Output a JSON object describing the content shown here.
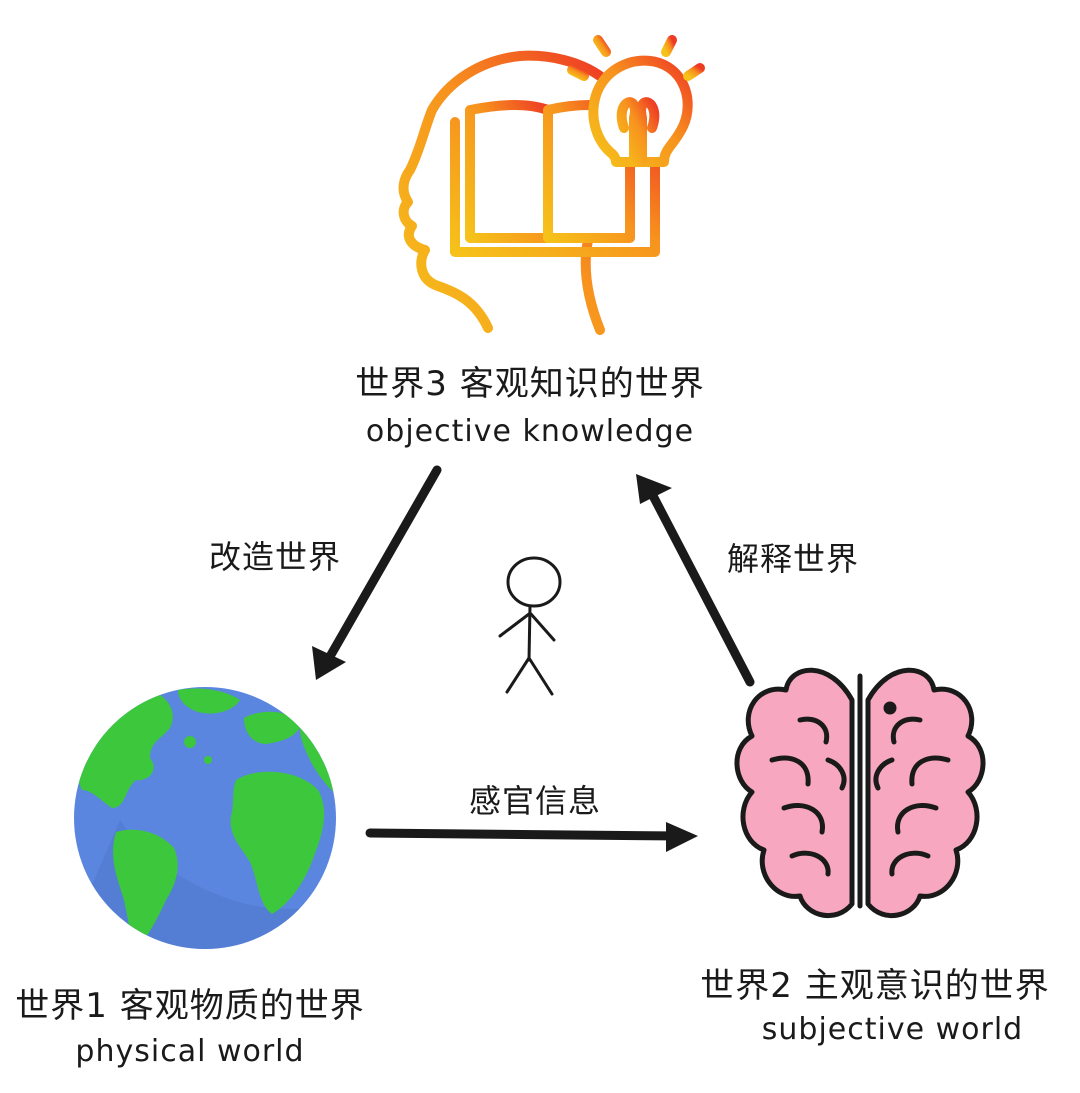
{
  "nodes": {
    "world3": {
      "title": "世界3 客观知识的世界",
      "subtitle": "objective knowledge",
      "icon": "head-book-lightbulb-icon"
    },
    "world1": {
      "title": "世界1 客观物质的世界",
      "subtitle": "physical world",
      "icon": "earth-globe-icon"
    },
    "world2": {
      "title": "世界2 主观意识的世界",
      "subtitle": "subjective world",
      "icon": "brain-icon"
    }
  },
  "edges": [
    {
      "from": "world3",
      "to": "world1",
      "label": "改造世界"
    },
    {
      "from": "world2",
      "to": "world3",
      "label": "解释世界"
    },
    {
      "from": "world1",
      "to": "world2",
      "label": "感官信息"
    }
  ],
  "center": {
    "icon": "stick-figure-icon"
  },
  "colors": {
    "ink": "#1a1a1a",
    "head_gradient_start": "#f6c21a",
    "head_gradient_end": "#ee3b24",
    "ocean": "#5b86e0",
    "land": "#3cc73c",
    "brain_fill": "#f7a7bf",
    "brain_outline": "#1a1a1a"
  }
}
